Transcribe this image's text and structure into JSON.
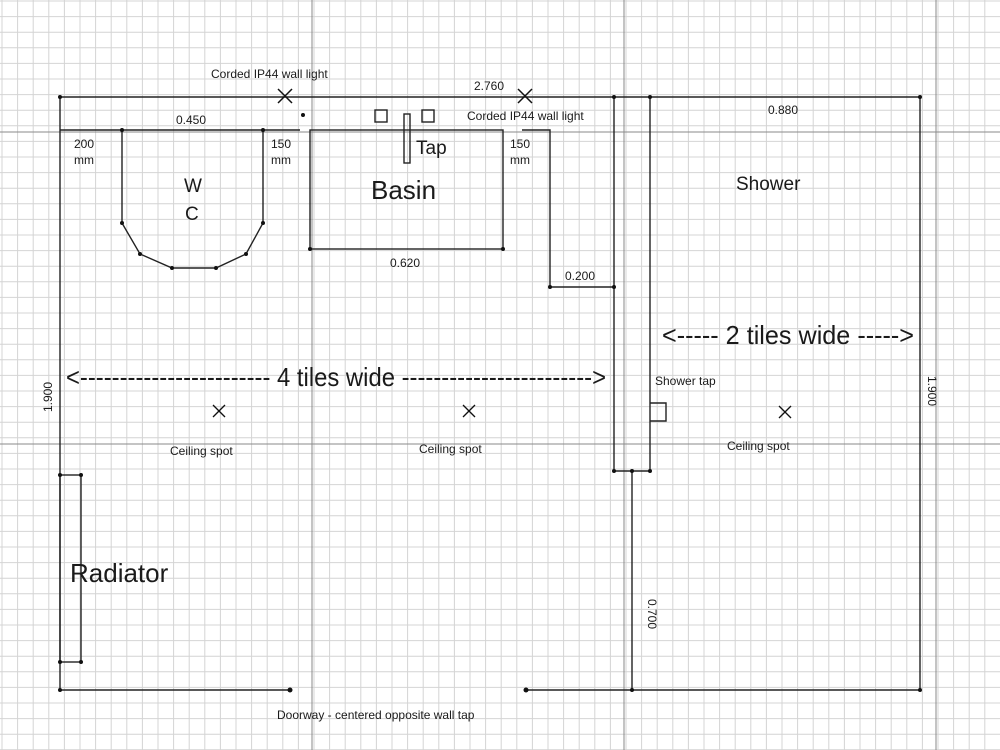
{
  "labels": {
    "wall_light_1": "Corded IP44 wall light",
    "wall_light_2": "Corded IP44 wall light",
    "tap": "Tap",
    "basin": "Basin",
    "wc_1": "W",
    "wc_2": "C",
    "shower": "Shower",
    "shower_tap": "Shower tap",
    "ceiling_spot_1": "Ceiling spot",
    "ceiling_spot_2": "Ceiling spot",
    "ceiling_spot_3": "Ceiling spot",
    "radiator": "Radiator",
    "doorway": "Doorway - centered opposite wall tap",
    "four_tiles": "<------------------------ 4 tiles wide ------------------------>",
    "two_tiles": "<----- 2 tiles wide ----->"
  },
  "dimensions": {
    "top_total": "2.760",
    "shower_width": "0.880",
    "wc_width": "0.450",
    "basin_width": "0.620",
    "gap": "0.200",
    "left_height": "1.900",
    "right_height": "1.900",
    "partition_length": "0.700",
    "left_gap_1": "200",
    "left_gap_2": "mm",
    "mid_gap_1": "150",
    "mid_gap_2": "mm",
    "right_gap_1": "150",
    "right_gap_2": "mm"
  },
  "colors": {
    "grid_minor": "#d4d4d4",
    "grid_major": "#8a8a8a",
    "line": "#222222"
  }
}
